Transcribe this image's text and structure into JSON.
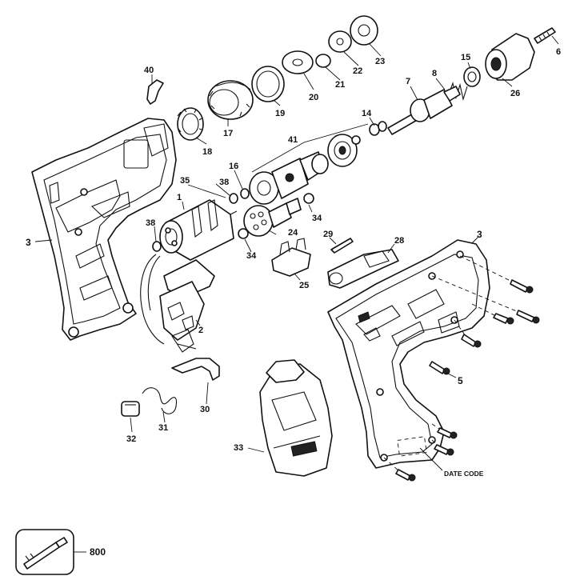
{
  "callouts": {
    "c1": "1",
    "c2": "2",
    "c3a": "3",
    "c3b": "3",
    "c5": "5",
    "c6": "6",
    "c7": "7",
    "c8": "8",
    "c14": "14",
    "c15": "15",
    "c16": "16",
    "c17": "17",
    "c18": "18",
    "c19": "19",
    "c20": "20",
    "c21": "21",
    "c22": "22",
    "c23": "23",
    "c24": "24",
    "c25": "25",
    "c26": "26",
    "c28": "28",
    "c29": "29",
    "c30": "30",
    "c31": "31",
    "c32": "32",
    "c33": "33",
    "c34a": "34",
    "c34b": "34",
    "c35": "35",
    "c38a": "38",
    "c38b": "38",
    "c40": "40",
    "c41": "41",
    "c800": "800"
  },
  "labels": {
    "date_code": "DATE CODE"
  }
}
